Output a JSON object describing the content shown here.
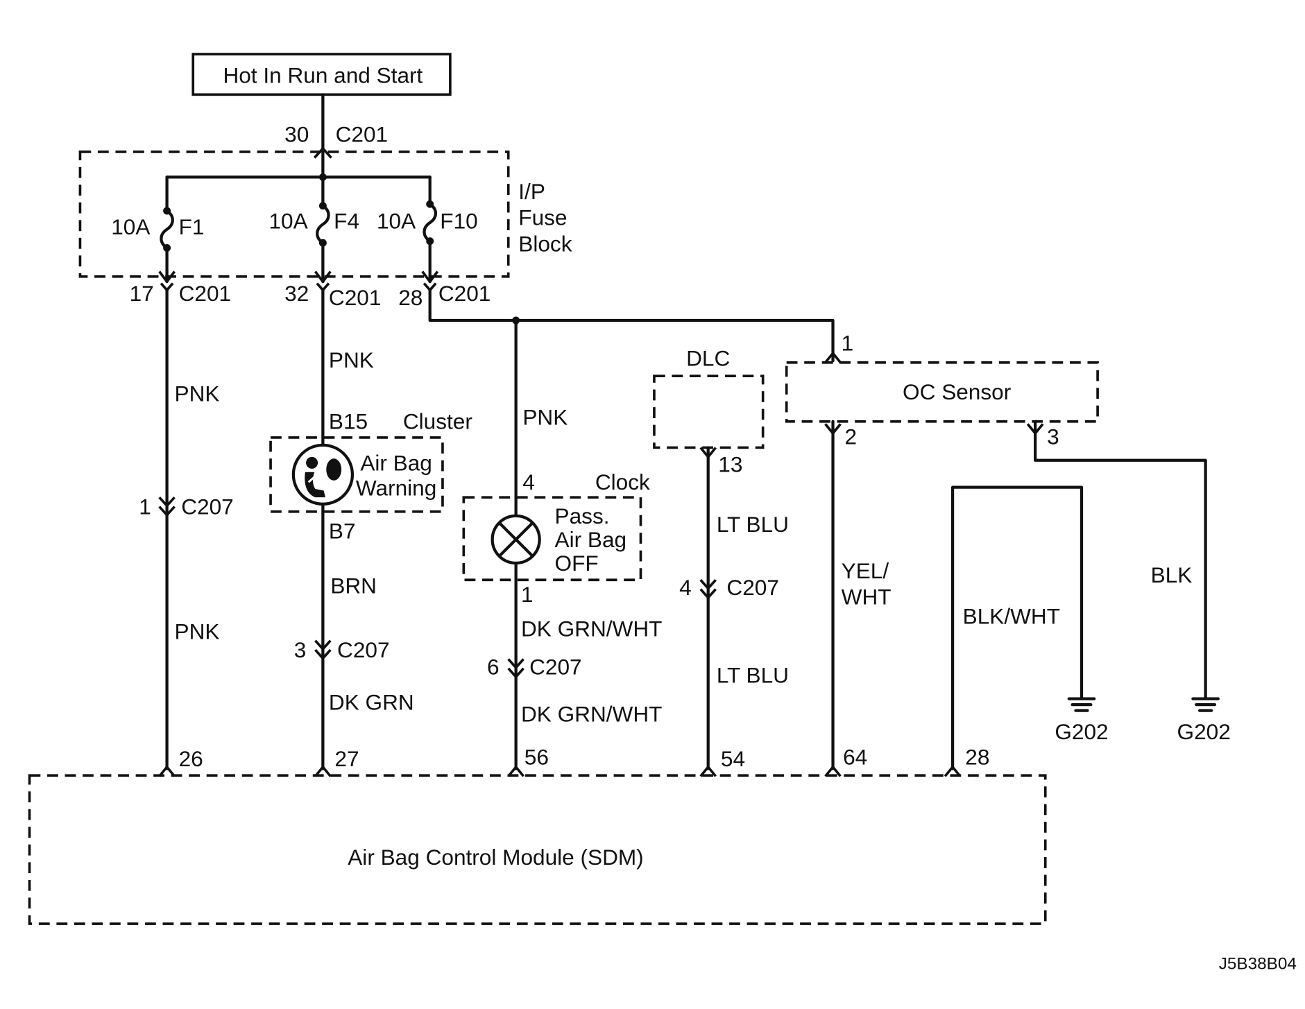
{
  "power_source": {
    "label": "Hot In Run and Start"
  },
  "fuse_block": {
    "name_lines": [
      "I/P",
      "Fuse",
      "Block"
    ],
    "feed": {
      "pin": "30",
      "connector": "C201"
    },
    "fuses": [
      {
        "rating": "10A",
        "name": "F1",
        "out_pin": "17",
        "out_connector": "C201"
      },
      {
        "rating": "10A",
        "name": "F4",
        "out_pin": "32",
        "out_connector": "C201"
      },
      {
        "rating": "10A",
        "name": "F10",
        "out_pin": "28",
        "out_connector": "C201"
      }
    ]
  },
  "circuit_f1": {
    "wire_upper": "PNK",
    "inline_pin": "1",
    "inline_connector": "C207",
    "wire_lower": "PNK",
    "sdm_pin": "26"
  },
  "cluster": {
    "label": "Cluster",
    "wire_in": "PNK",
    "pin_in": "B15",
    "lamp_lines": [
      "Air Bag",
      "Warning"
    ],
    "pin_out": "B7",
    "wire_out": "BRN",
    "inline_pin": "3",
    "inline_connector": "C207",
    "wire_lower": "DK GRN",
    "sdm_pin": "27",
    "icon": "airbag-warning-icon"
  },
  "clock": {
    "label": "Clock",
    "wire_in": "PNK",
    "pin_in": "4",
    "lamp_lines": [
      "Pass.",
      "Air Bag",
      "OFF"
    ],
    "pin_out": "1",
    "wire_out": "DK GRN/WHT",
    "inline_pin": "6",
    "inline_connector": "C207",
    "wire_lower": "DK GRN/WHT",
    "sdm_pin": "56",
    "icon": "lamp-bulb-icon"
  },
  "dlc": {
    "label": "DLC",
    "pin": "13",
    "wire_upper": "LT BLU",
    "inline_pin": "4",
    "inline_connector": "C207",
    "wire_lower": "LT BLU",
    "sdm_pin": "54"
  },
  "oc_sensor": {
    "label": "OC Sensor",
    "pin_power": "1",
    "pin_signal": "2",
    "pin_ground": "3",
    "signal_wire_lines": [
      "YEL/",
      "WHT"
    ],
    "sdm_pin": "64",
    "ground_wire": "BLK",
    "ground": "G202"
  },
  "sdm_ground": {
    "wire": "BLK/WHT",
    "sdm_pin": "28",
    "ground": "G202"
  },
  "module": {
    "label": "Air Bag Control Module (SDM)"
  },
  "figure_id": "J5B38B04"
}
